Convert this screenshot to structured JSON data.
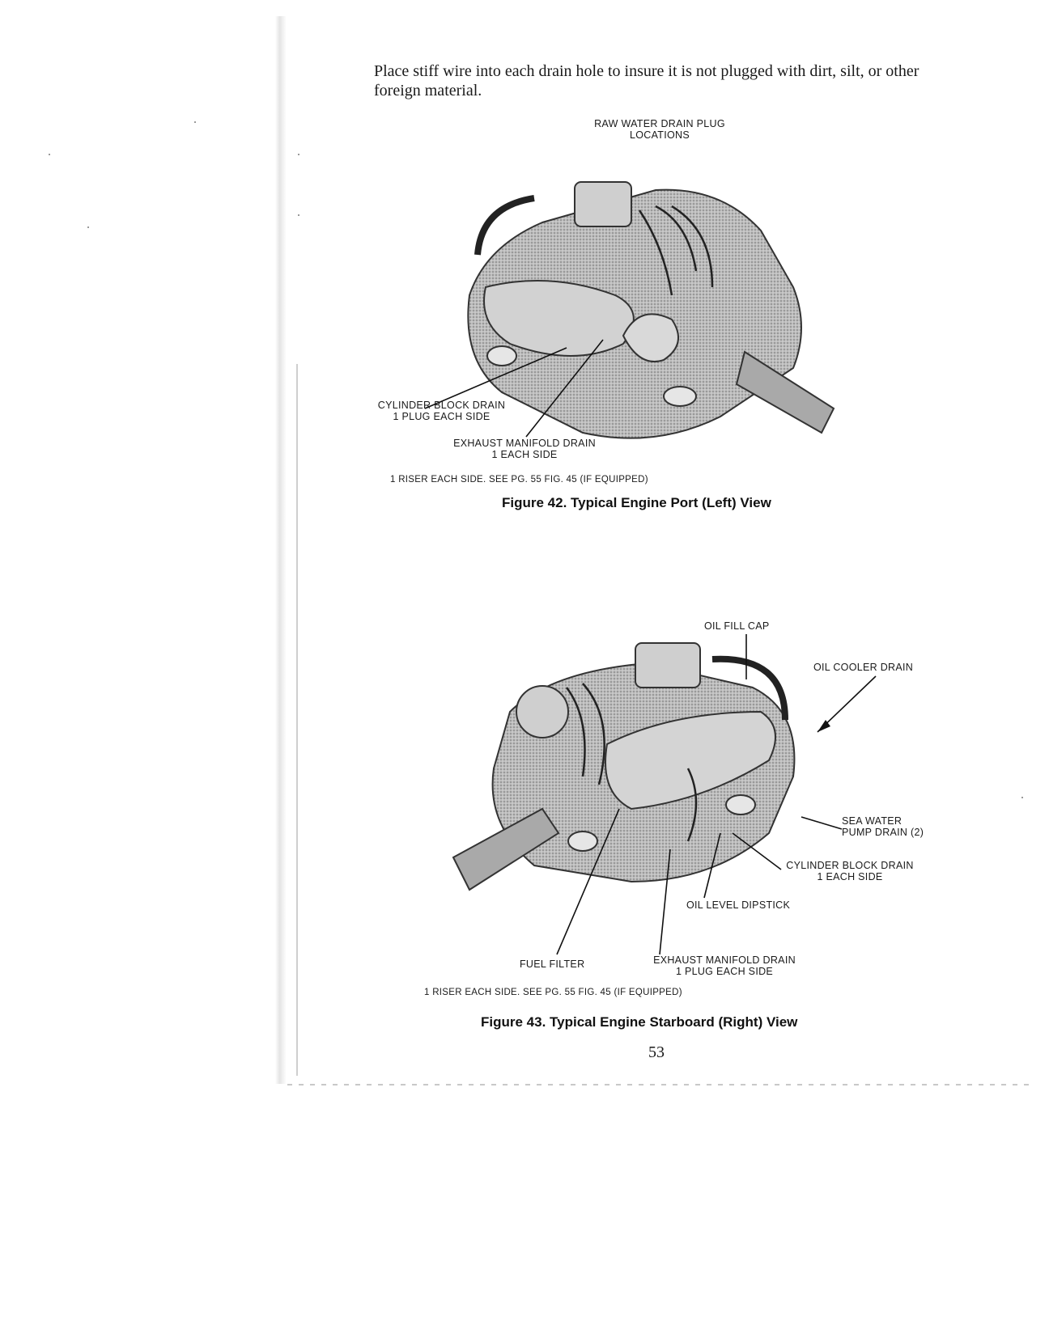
{
  "intro_text": "Place stiff wire into each drain hole to insure it is not plugged with dirt, silt, or other foreign material.",
  "figure42": {
    "heading": "RAW WATER DRAIN PLUG\nLOCATIONS",
    "label_cyl_block": "CYLINDER BLOCK DRAIN\n1 PLUG EACH SIDE",
    "label_exhaust": "EXHAUST MANIFOLD DRAIN\n1 EACH SIDE",
    "note": "1 RISER EACH SIDE. SEE PG. 55 FIG. 45 (IF EQUIPPED)",
    "caption": "Figure 42. Typical Engine Port (Left) View"
  },
  "figure43": {
    "label_oil_fill": "OIL FILL CAP",
    "label_oil_cooler": "OIL COOLER DRAIN",
    "label_sea_water": "SEA WATER\nPUMP DRAIN (2)",
    "label_cyl_block": "CYLINDER BLOCK DRAIN\n1 EACH SIDE",
    "label_dipstick": "OIL LEVEL DIPSTICK",
    "label_fuel_filter": "FUEL FILTER",
    "label_exhaust": "EXHAUST MANIFOLD DRAIN\n1 PLUG EACH SIDE",
    "note": "1 RISER EACH SIDE. SEE PG. 55 FIG. 45 (IF EQUIPPED)",
    "caption": "Figure 43. Typical Engine Starboard (Right) View"
  },
  "page_number": "53"
}
